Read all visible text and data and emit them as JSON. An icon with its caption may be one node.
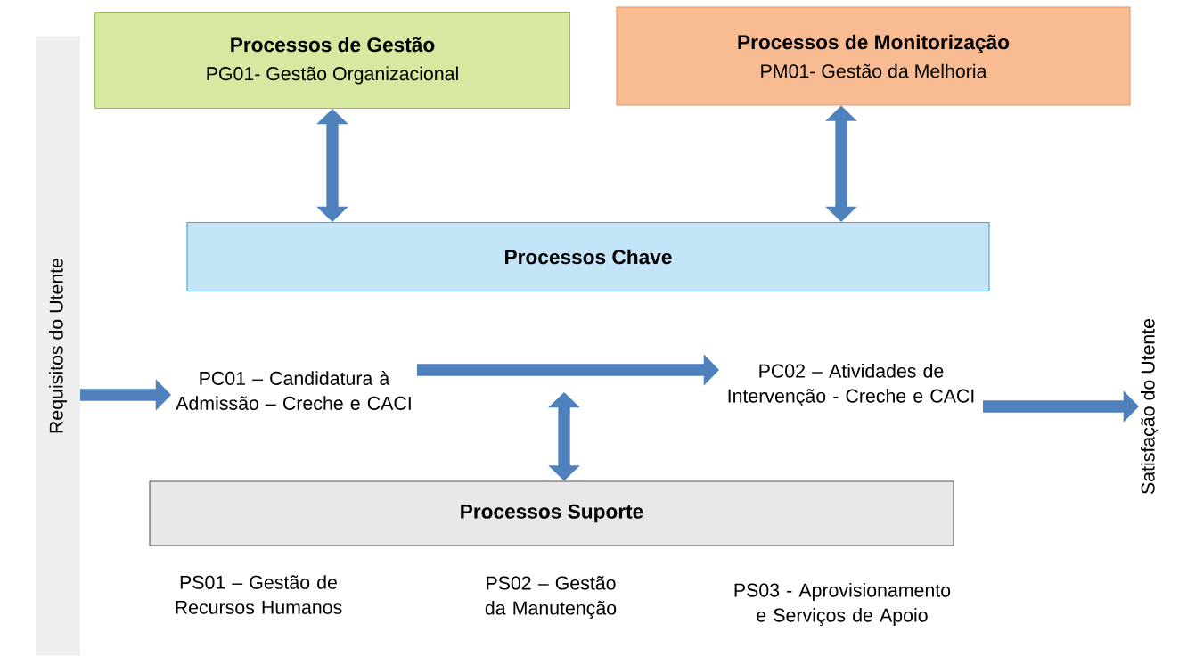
{
  "diagram": {
    "nodes": [
      {
        "text": [
          "Requisitos do Utente"
        ]
      },
      {
        "text": [
          "Processos de Gestão",
          "PG01- Gestão Organizacional"
        ]
      },
      {
        "text": [
          "Processos de Monitorização",
          "PM01- Gestão da Melhoria"
        ]
      },
      {
        "text": [
          "Processos Chave"
        ]
      },
      {
        "text": [
          "PC01 – Candidatura à Admissão – Creche e CACI"
        ]
      },
      {
        "text": [
          "PC02 – Atividades de Intervenção - Creche e CACI"
        ]
      },
      {
        "text": [
          "Processos Suporte"
        ]
      },
      {
        "text": [
          "Satisfação do Utente"
        ]
      }
    ],
    "edges": [
      {
        "from": 1,
        "to": 3,
        "arrow": "both"
      },
      {
        "from": 2,
        "to": 3,
        "arrow": "both"
      },
      {
        "from": null,
        "to": 6,
        "arrow": "both"
      },
      {
        "from": 4,
        "to": 5,
        "arrow": "to"
      },
      {
        "from": 0,
        "to": 4,
        "arrow": "to"
      },
      {
        "from": 5,
        "to": 7,
        "arrow": "to"
      }
    ],
    "labels": [
      "PS01 – Gestão de Recursos Humanos",
      "PS02 – Gestão da Manutenção",
      "PS03 - Aprovisionamento e Serviços de Apoio"
    ]
  }
}
